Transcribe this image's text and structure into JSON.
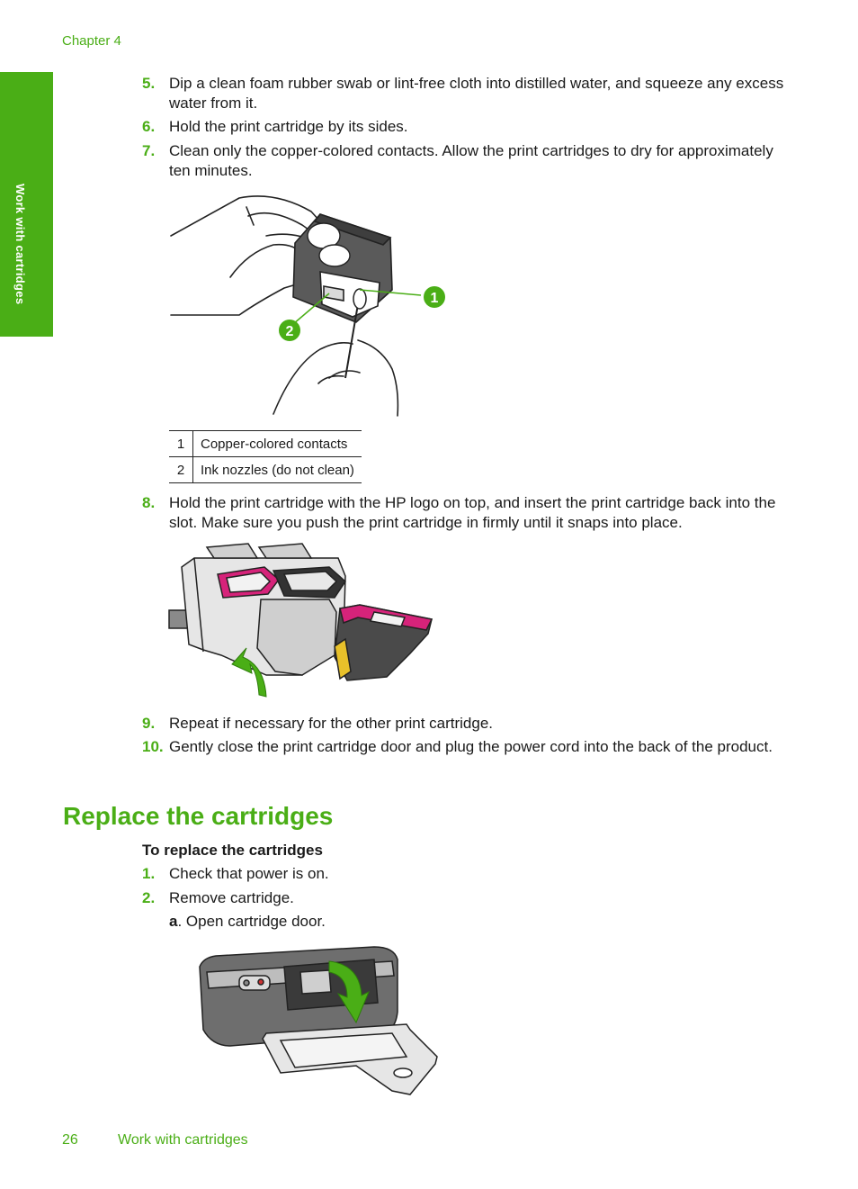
{
  "header": {
    "chapter": "Chapter 4"
  },
  "side_tab": {
    "label": "Work with cartridges"
  },
  "steps_part1": [
    {
      "num": "5.",
      "text": "Dip a clean foam rubber swab or lint-free cloth into distilled water, and squeeze any excess water from it."
    },
    {
      "num": "6.",
      "text": "Hold the print cartridge by its sides."
    },
    {
      "num": "7.",
      "text": "Clean only the copper-colored contacts. Allow the print cartridges to dry for approximately ten minutes."
    }
  ],
  "figure1": {
    "callout1": "1",
    "callout2": "2"
  },
  "callout_table": [
    {
      "num": "1",
      "label": "Copper-colored contacts"
    },
    {
      "num": "2",
      "label": "Ink nozzles (do not clean)"
    }
  ],
  "steps_part2": [
    {
      "num": "8.",
      "text": "Hold the print cartridge with the HP logo on top, and insert the print cartridge back into the slot. Make sure you push the print cartridge in firmly until it snaps into place."
    },
    {
      "num": "9.",
      "text": "Repeat if necessary for the other print cartridge."
    },
    {
      "num": "10.",
      "text": "Gently close the print cartridge door and plug the power cord into the back of the product."
    }
  ],
  "section": {
    "title": "Replace the cartridges",
    "procedure_title": "To replace the cartridges",
    "steps": [
      {
        "num": "1.",
        "text": "Check that power is on."
      },
      {
        "num": "2.",
        "text": "Remove cartridge."
      }
    ],
    "substep": {
      "letter": "a",
      "text": ". Open cartridge door."
    }
  },
  "footer": {
    "page_number": "26",
    "title": "Work with cartridges"
  },
  "colors": {
    "accent": "#4aae16",
    "magenta": "#d6237a"
  }
}
